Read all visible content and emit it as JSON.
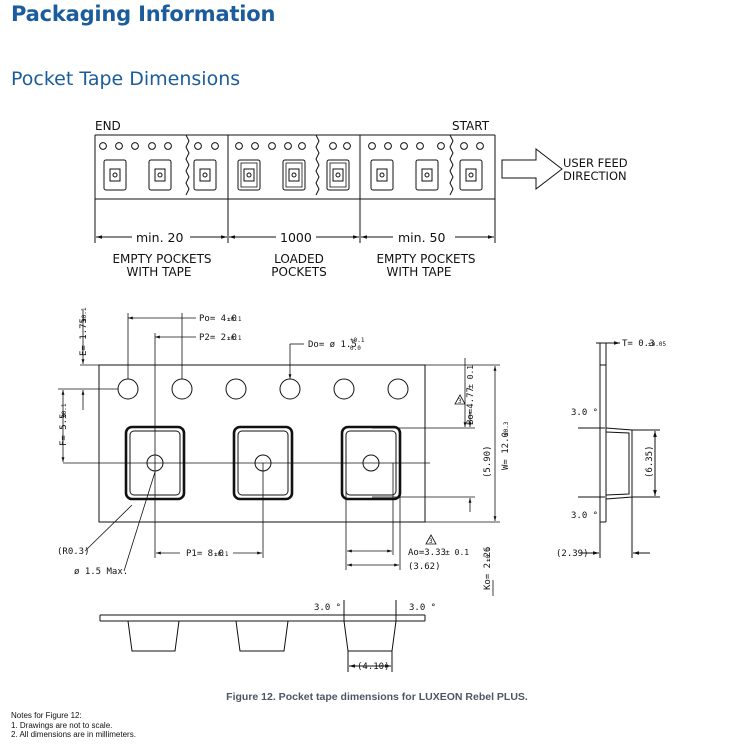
{
  "page": {
    "title": "Packaging Information",
    "section_title": "Pocket Tape Dimensions"
  },
  "top_figure": {
    "end_label": "END",
    "start_label": "START",
    "feed_label_1": "USER FEED",
    "feed_label_2": "DIRECTION",
    "dim_left": "min. 20",
    "dim_mid": "1000",
    "dim_right": "min. 50",
    "left_caption_1": "EMPTY POCKETS",
    "left_caption_2": "WITH TAPE",
    "mid_caption_1": "LOADED",
    "mid_caption_2": "POCKETS",
    "right_caption_1": "EMPTY POCKETS",
    "right_caption_2": "WITH TAPE"
  },
  "detail_figure": {
    "po": "Po= 4.0",
    "po_tol": "±0.1",
    "p2": "P2= 2.0",
    "p2_tol": "±0.1",
    "do": "Do= ø 1.5",
    "do_tol_plus": "+0.1",
    "do_tol_minus": "0.0",
    "e": "E= 1.75",
    "e_tol": "±0.1",
    "f": "F= 5.5",
    "f_tol": "±0.1",
    "bo": "Bo=4.77",
    "bo_tol": "± 0.1",
    "w_ref": "(5.90)",
    "w": "W= 12.0",
    "w_tol": "±0.3",
    "r": "(R0.3)",
    "hole": "ø 1.5  Max.",
    "p1": "P1= 8.0",
    "p1_tol": "±0.1",
    "ao": "Ao=3.33",
    "ao_tol": "± 0.1",
    "ao_ref": "(3.62)",
    "ko": "Ko= 2.26",
    "ko_tol": "±0.1",
    "t": "T= 0.3",
    "t_tol": "±0.05",
    "angle_top": "3.0 °",
    "angle_bottom": "3.0 °",
    "side_ref": "(6.35)",
    "side_width": "(2.39)",
    "bottom_angle_left": "3.0 °",
    "bottom_angle_right": "3.0 °",
    "bottom_ref": "(4.10)",
    "warn_mark": "3"
  },
  "caption": "Figure 12. Pocket tape dimensions for LUXEON Rebel PLUS.",
  "notes": {
    "heading": "Notes for Figure 12:",
    "items": [
      "1.  Drawings are not to scale.",
      "2.  All dimensions are in millimeters."
    ]
  }
}
